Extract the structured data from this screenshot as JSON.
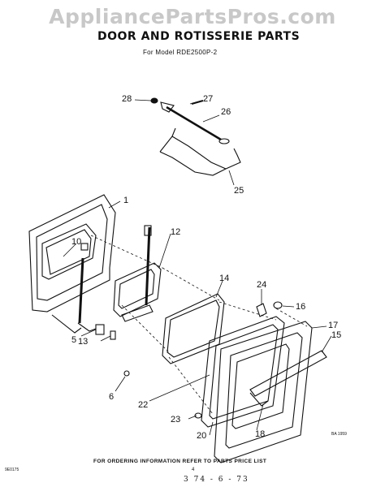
{
  "watermark": "AppliancePartsPros.com",
  "title": "DOOR AND ROTISSERIE PARTS",
  "model": "For Model RDE2500P-2",
  "callouts": {
    "c1": "1",
    "c5": "5",
    "c6": "6",
    "c10": "10",
    "c12": "12",
    "c13": "13",
    "c14": "14",
    "c15": "15",
    "c16": "16",
    "c17": "17",
    "c18": "18",
    "c20": "20",
    "c22": "22",
    "c23": "23",
    "c24": "24",
    "c25": "25",
    "c26": "26",
    "c27": "27",
    "c28": "28"
  },
  "figure_code": "BA 1959",
  "footer": "FOR ORDERING INFORMATION REFER TO PARTS PRICE LIST",
  "page_code": "9E0175",
  "page_number": "4",
  "bottom_code": "3 74 - 6 - 73"
}
